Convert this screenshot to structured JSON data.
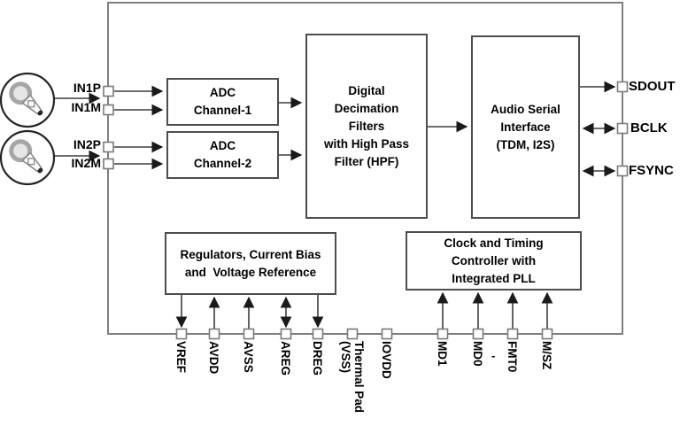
{
  "chip": {
    "blocks": {
      "adc1": "ADC\nChannel-1",
      "adc2": "ADC\nChannel-2",
      "decimation_filter": "Digital\nDecimation\nFilters\nwith High Pass\nFilter (HPF)",
      "audio_serial_interface": "Audio Serial\nInterface\n(TDM, I2S)",
      "regulators": "Regulators, Current Bias\nand  Voltage Reference",
      "clock_controller": "Clock and Timing\nController with\nIntegrated PLL"
    },
    "pins": {
      "left": [
        {
          "label": "IN1P"
        },
        {
          "label": "IN1M"
        },
        {
          "label": "IN2P"
        },
        {
          "label": "IN2M"
        }
      ],
      "right": [
        {
          "label": "SDOUT"
        },
        {
          "label": "BCLK"
        },
        {
          "label": "FSYNC"
        }
      ],
      "bottom": [
        {
          "label": "VREF"
        },
        {
          "label": "AVDD"
        },
        {
          "label": "AVSS"
        },
        {
          "label": "AREG"
        },
        {
          "label": "DREG"
        },
        {
          "label": "Thermal Pad\n(VSS)"
        },
        {
          "label": "IOVDD"
        },
        {
          "label": "MD1"
        },
        {
          "label": "MD0"
        },
        {
          "label": "FMT0"
        },
        {
          "label": "M/SZ"
        }
      ]
    },
    "icons": {
      "input1": "microphone-icon",
      "input2": "microphone-icon"
    },
    "stray_mark": "-",
    "colors": {
      "outer_border": "#808080",
      "block_border": "#4d4d4d",
      "wire": "#3d3d3d",
      "arrowhead": "#1a1a1a",
      "mic_head": "#a6a6a6",
      "text": "#000000"
    }
  }
}
